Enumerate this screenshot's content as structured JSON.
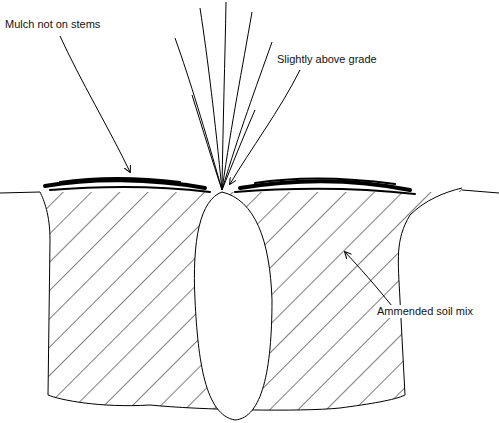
{
  "diagram": {
    "labels": [
      "Mulch not on stems",
      "Slightly above grade",
      "Ammended soil mix"
    ]
  }
}
